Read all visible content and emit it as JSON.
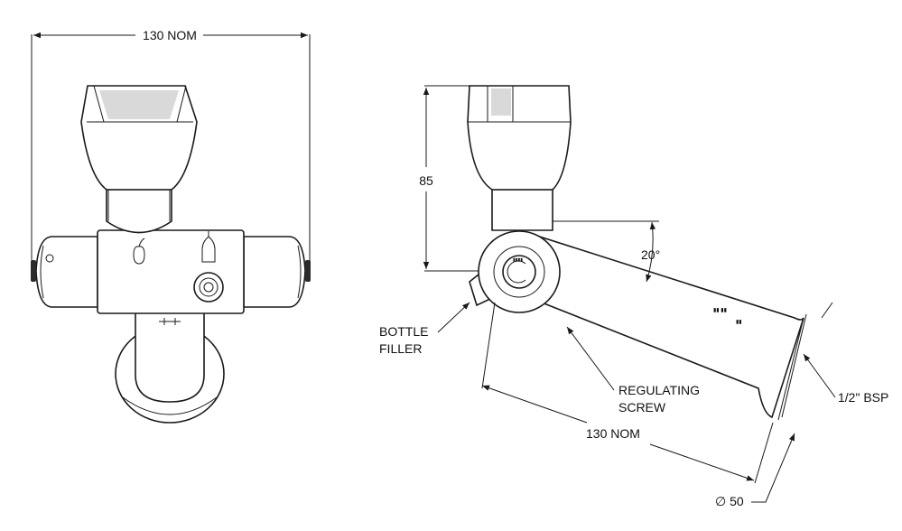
{
  "labels": {
    "front_width": "130 NOM",
    "height": "85",
    "angle": "20°",
    "bottle_filler_line1": "BOTTLE",
    "bottle_filler_line2": "FILLER",
    "regulating_line1": "REGULATING",
    "regulating_line2": "SCREW",
    "side_length": "130 NOM",
    "thread": "1/2\" BSP",
    "flange_dia": "∅ 50"
  },
  "colors": {
    "line": "#1a1a1a",
    "shade": "#d9d9d9",
    "dark": "#2b2b2b"
  }
}
